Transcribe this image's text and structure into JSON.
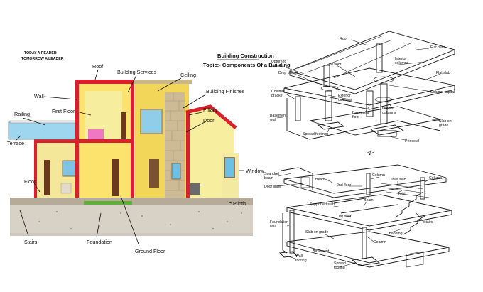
{
  "motto": {
    "line1": "TODAY A READER",
    "line2": "TOMORROW A LEADER"
  },
  "heading": {
    "title": "Building Construction",
    "topic": "Topic:- Components Of a Building"
  },
  "house_labels": {
    "roof": "Roof",
    "building_services": "Building Services",
    "ceiling": "Ceiling",
    "wall": "Wall",
    "first_floor": "First Floor",
    "building_finishes": "Building Finishes",
    "railing": "Railing",
    "pillars": "Pillars",
    "door": "Door",
    "terrace": "Terrace",
    "window": "Window",
    "floor": "Floor",
    "plinth": "Plinth",
    "stairs": "Stairs",
    "foundation": "Foundation",
    "ground_floor": "Ground Floor"
  },
  "top_sketch_labels": {
    "roof": "Roof",
    "flat_plate": "Flat plate",
    "upturned_beam": "Upturned\nbeam",
    "first_floor": "1st floor",
    "interior_columns_top": "Interior\ncolumns",
    "flat_slab": "Flat slab",
    "drop_panels": "Drop panels",
    "column_bracket": "Column\nbracket",
    "exterior_columns": "Exterior\ncolumns",
    "column_capital": "Column capital",
    "basement_floor": "Basement\nfloor",
    "basement_wall": "Basement\nwall",
    "interior_columns_mid": "Interior\ncolumns",
    "slab_on_grade": "Slab on\ngrade",
    "spread_footings": "Spread footings",
    "pedestal": "Pedestal"
  },
  "bottom_sketch_labels": {
    "spandrel_beam": "Spandrel\nbeam",
    "door_lintel": "Door lintel",
    "beam": "Beam",
    "second_floor": "2nd floor",
    "column_top": "Column",
    "joist_slab": "Joist slab",
    "column_right": "Column",
    "joist": "Joist",
    "beam_mid": "Beam",
    "supported_slab": "Supported slab",
    "first_floor": "1st floor",
    "foundation_wall": "Foundation\nwall",
    "stairs": "Stairs",
    "landing": "Landing",
    "slab_on_grade": "Slab on grade",
    "column_low": "Column",
    "basement": "Basement",
    "wall_footing": "Wall\nfooting",
    "spread_footing": "Spread\nfooting"
  }
}
